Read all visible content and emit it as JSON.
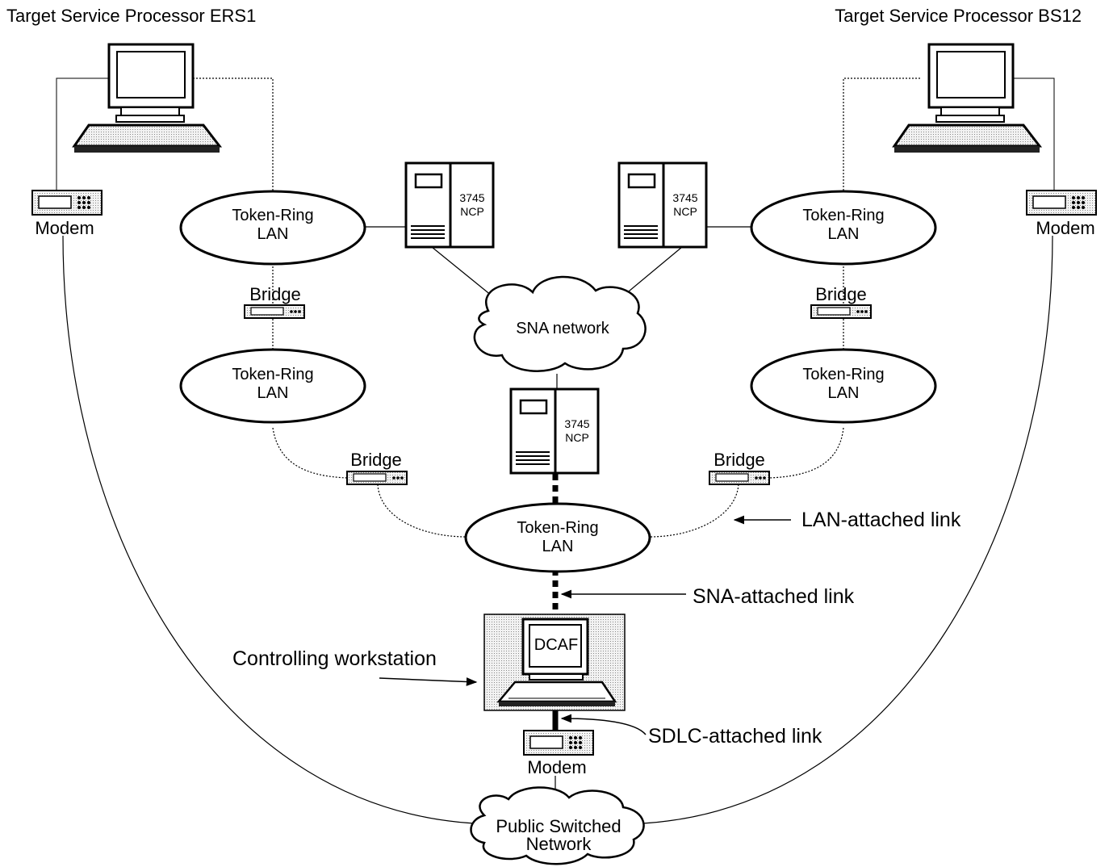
{
  "titles": {
    "left": "Target Service Processor ERS1",
    "right": "Target Service Processor BS12"
  },
  "modems": {
    "left": "Modem",
    "right": "Modem",
    "bottom": "Modem"
  },
  "token_ring": {
    "line1": "Token-Ring",
    "line2": "LAN"
  },
  "bridges": {
    "label": "Bridge"
  },
  "ncp": {
    "line1": "3745",
    "line2": "NCP"
  },
  "sna_network": "SNA  network",
  "public_network": {
    "line1": "Public Switched",
    "line2": "Network"
  },
  "workstation": {
    "screen": "DCAF",
    "label": "Controlling workstation"
  },
  "links": {
    "lan": "LAN-attached link",
    "sna": "SNA-attached link",
    "sdlc": "SDLC-attached link"
  }
}
